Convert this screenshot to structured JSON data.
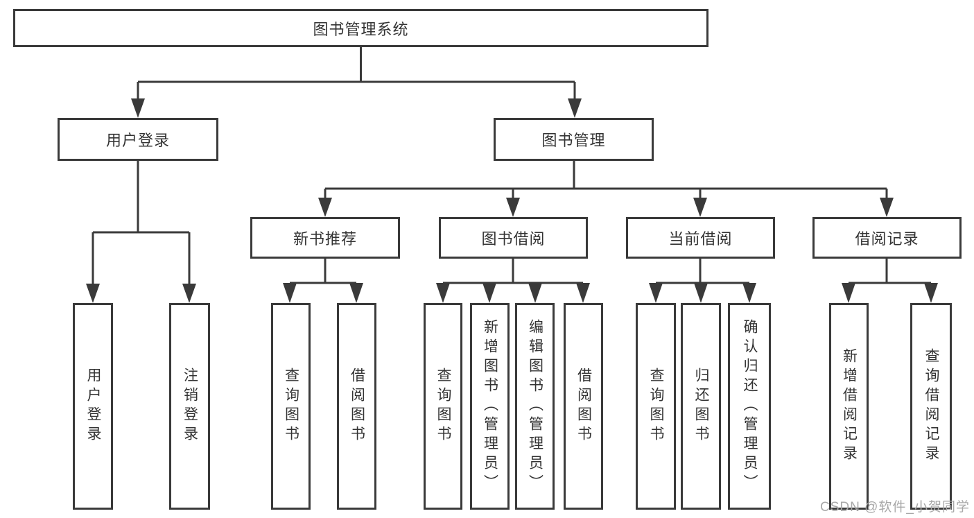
{
  "colors": {
    "line": "#3a3a3a",
    "text": "#333333",
    "box_background": "#ffffff",
    "watermark": "#a8a8a8"
  },
  "root": {
    "label": "图书管理系统"
  },
  "level2": [
    {
      "id": "user-login",
      "label": "用户登录"
    },
    {
      "id": "book-management",
      "label": "图书管理"
    }
  ],
  "level3": [
    {
      "id": "new-book-recommend",
      "label": "新书推荐"
    },
    {
      "id": "book-borrow",
      "label": "图书借阅"
    },
    {
      "id": "current-borrow",
      "label": "当前借阅"
    },
    {
      "id": "borrow-records",
      "label": "借阅记录"
    }
  ],
  "leaves": {
    "user_login": [
      {
        "label": "用户登录"
      },
      {
        "label": "注销登录"
      }
    ],
    "new_book": [
      {
        "label": "查询图书"
      },
      {
        "label": "借阅图书"
      }
    ],
    "book_borrow": [
      {
        "label": "查询图书"
      },
      {
        "label": "新增图书（管理员）"
      },
      {
        "label": "编辑图书（管理员）"
      },
      {
        "label": "借阅图书"
      }
    ],
    "current_borrow": [
      {
        "label": "查询图书"
      },
      {
        "label": "归还图书"
      },
      {
        "label": "确认归还（管理员）"
      }
    ],
    "records": [
      {
        "label": "新增借阅记录"
      },
      {
        "label": "查询借阅记录"
      }
    ]
  },
  "watermark": "CSDN @软件_小贺同学"
}
